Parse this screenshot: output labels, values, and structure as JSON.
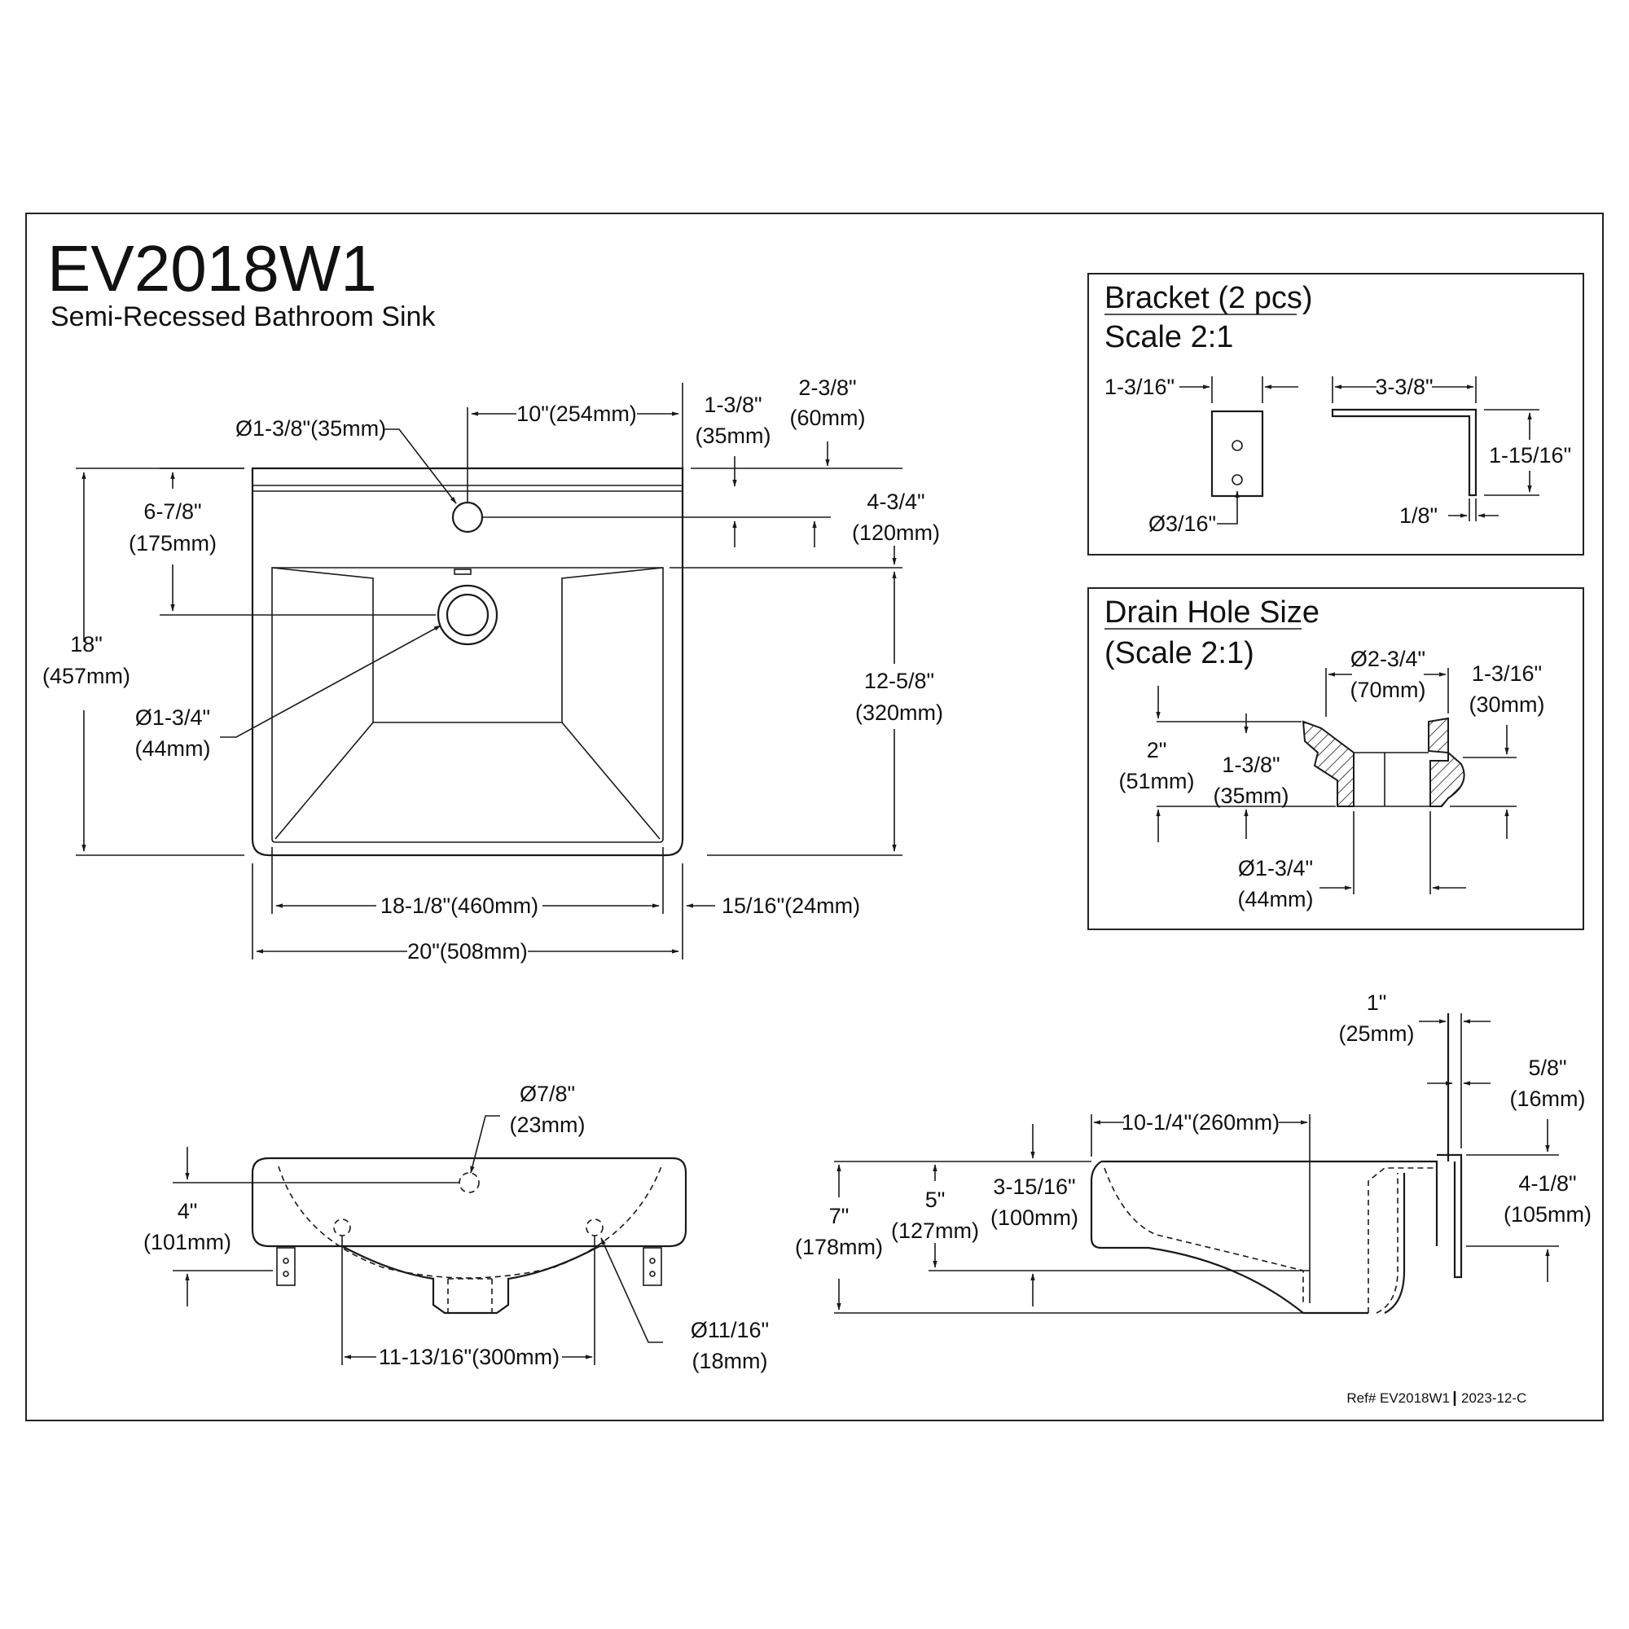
{
  "header": {
    "model": "EV2018W1",
    "description": "Semi-Recessed Bathroom Sink"
  },
  "top_view": {
    "faucet_hole_dia": "Ø1-3/8\"(35mm)",
    "faucet_offset": "10\"(254mm)",
    "deck_depth_in": "1-3/8\"",
    "deck_depth_mm": "(35mm)",
    "back_height_in": "2-3/8\"",
    "back_height_mm": "(60mm)",
    "front_to_drain_in": "6-7/8\"",
    "front_to_drain_mm": "(175mm)",
    "hole_to_bowl_in": "4-3/4\"",
    "hole_to_bowl_mm": "(120mm)",
    "overall_depth_in": "18\"",
    "overall_depth_mm": "(457mm)",
    "bowl_depth_in": "12-5/8\"",
    "bowl_depth_mm": "(320mm)",
    "drain_dia_in": "Ø1-3/4\"",
    "drain_dia_mm": "(44mm)",
    "bowl_width": "18-1/8\"(460mm)",
    "side_rim": "15/16\"(24mm)",
    "overall_width": "20\"(508mm)"
  },
  "bracket": {
    "heading": "Bracket (2 pcs)",
    "scale": "Scale 2:1",
    "width": "1-3/16\"",
    "length": "3-3/8\"",
    "height": "1-15/16\"",
    "thickness": "1/8\"",
    "hole_dia": "Ø3/16\""
  },
  "drain_hole": {
    "heading": "Drain Hole Size",
    "scale": "(Scale 2:1)",
    "outer_dia_in": "Ø2-3/4\"",
    "outer_dia_mm": "(70mm)",
    "flange_in": "1-3/16\"",
    "flange_mm": "(30mm)",
    "height_in": "2\"",
    "height_mm": "(51mm)",
    "inner_height_in": "1-3/8\"",
    "inner_height_mm": "(35mm)",
    "inner_dia_in": "Ø1-3/4\"",
    "inner_dia_mm": "(44mm)"
  },
  "front_view": {
    "overflow_dia_in": "Ø7/8\"",
    "overflow_dia_mm": "(23mm)",
    "height_in": "4\"",
    "height_mm": "(101mm)",
    "hole_spacing": "11-13/16\"(300mm)",
    "mount_hole_in": "Ø11/16\"",
    "mount_hole_mm": "(18mm)"
  },
  "side_view": {
    "wall_gap_in": "1\"",
    "wall_gap_mm": "(25mm)",
    "bracket_in": "5/8\"",
    "bracket_mm": "(16mm)",
    "projection": "10-1/4\"(260mm)",
    "total_height_in": "7\"",
    "total_height_mm": "(178mm)",
    "bowl_height_in": "5\"",
    "bowl_height_mm": "(127mm)",
    "rim_height_in": "3-15/16\"",
    "rim_height_mm": "(100mm)",
    "back_height_in": "4-1/8\"",
    "back_height_mm": "(105mm)"
  },
  "footer": {
    "ref": "Ref# EV2018W1",
    "date": "2023-12-C"
  }
}
